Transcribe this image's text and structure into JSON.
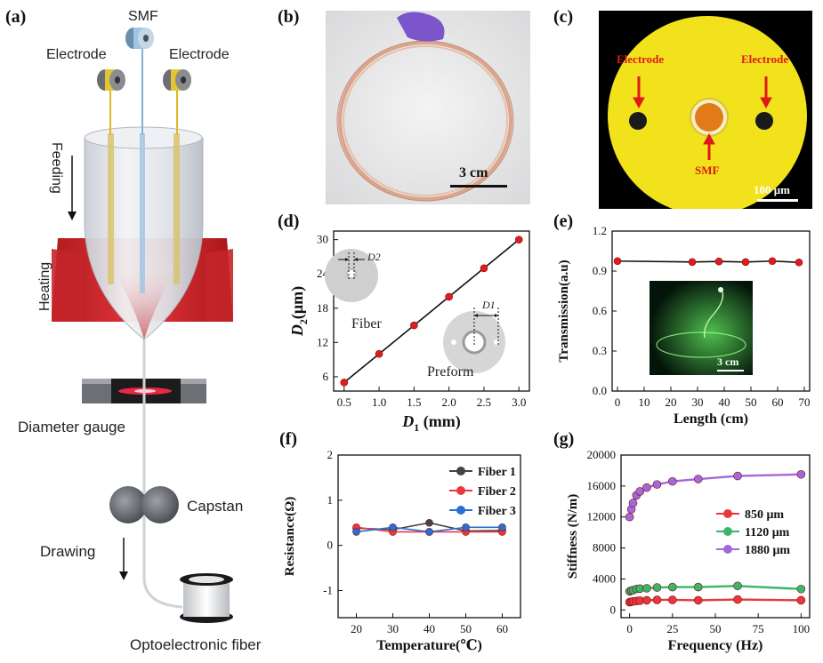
{
  "panels": {
    "a": {
      "label": "(a)",
      "smf": "SMF",
      "electrode_left": "Electrode",
      "electrode_right": "Electrode",
      "feeding": "Feeding",
      "heating": "Heating",
      "diameter_gauge": "Diameter gauge",
      "capstan": "Capstan",
      "drawing": "Drawing",
      "optoelectronic_fiber": "Optoelectronic fiber"
    },
    "b": {
      "label": "(b)",
      "scale": "3 cm"
    },
    "c": {
      "label": "(c)",
      "electrode_left": "Electrode",
      "electrode_right": "Electrode",
      "smf": "SMF",
      "scale": "100 μm",
      "colors": {
        "disc": "#f2e21c",
        "core": "#e27a19",
        "arrow": "#e01818"
      }
    },
    "d": {
      "label": "(d)",
      "inset_fiber": "Fiber",
      "inset_preform": "Preform",
      "inset_d2": "D2",
      "inset_d1": "D1"
    },
    "e": {
      "label": "(e)",
      "inset_scale": "3 cm"
    },
    "f": {
      "label": "(f)"
    },
    "g": {
      "label": "(g)"
    }
  },
  "chart_data": [
    {
      "id": "d",
      "type": "line",
      "xlabel_main": "D",
      "xlabel_sub": "1",
      "xlabel_unit": " (mm)",
      "ylabel_main": "D",
      "ylabel_sub": "2",
      "ylabel_unit": "(μm)",
      "xlim": [
        0.35,
        3.15
      ],
      "ylim": [
        3.5,
        31.5
      ],
      "xticks": [
        "0.5",
        "1.0",
        "1.5",
        "2.0",
        "2.5",
        "3.0"
      ],
      "yticks": [
        "6",
        "12",
        "18",
        "24",
        "30"
      ],
      "series": [
        {
          "color": "#e41a1c",
          "x": [
            0.5,
            1.0,
            1.5,
            2.0,
            2.5,
            3.0
          ],
          "y": [
            5,
            10,
            15,
            20,
            25,
            30
          ]
        }
      ]
    },
    {
      "id": "e",
      "type": "line",
      "xlabel": "Length (cm)",
      "ylabel": "Transmission(a.u)",
      "xlim": [
        -2,
        72
      ],
      "ylim": [
        0,
        1.2
      ],
      "xticks": [
        "0",
        "10",
        "20",
        "30",
        "40",
        "50",
        "60",
        "70"
      ],
      "yticks": [
        "0.0",
        "0.3",
        "0.6",
        "0.9",
        "1.2"
      ],
      "series": [
        {
          "color": "#e41a1c",
          "x": [
            0,
            28,
            38,
            48,
            58,
            68
          ],
          "y": [
            0.975,
            0.968,
            0.972,
            0.968,
            0.975,
            0.965
          ]
        }
      ]
    },
    {
      "id": "f",
      "type": "line",
      "xlabel": "Temperature(℃)",
      "ylabel": "Resistance(Ω)",
      "xlim": [
        15,
        65
      ],
      "ylim": [
        -1.6,
        2.0
      ],
      "xticks": [
        "20",
        "30",
        "40",
        "50",
        "60"
      ],
      "yticks": [
        "2",
        "1",
        "0",
        "-1"
      ],
      "legend_position": "top-right",
      "series": [
        {
          "name": "Fiber 1",
          "color": "#444444",
          "x": [
            20,
            30,
            40,
            50,
            60
          ],
          "y": [
            0.38,
            0.35,
            0.5,
            0.32,
            0.33
          ]
        },
        {
          "name": "Fiber 2",
          "color": "#e8383d",
          "x": [
            20,
            30,
            40,
            50,
            60
          ],
          "y": [
            0.4,
            0.3,
            0.3,
            0.3,
            0.3
          ]
        },
        {
          "name": "Fiber 3",
          "color": "#2a6fd6",
          "x": [
            20,
            30,
            40,
            50,
            60
          ],
          "y": [
            0.3,
            0.4,
            0.3,
            0.4,
            0.4
          ]
        }
      ]
    },
    {
      "id": "g",
      "type": "line",
      "xlabel": "Frequency (Hz)",
      "ylabel": "Stiffness (N/m)",
      "xlim": [
        -5,
        105
      ],
      "ylim": [
        -1000,
        20000
      ],
      "xticks": [
        "0",
        "25",
        "50",
        "75",
        "100"
      ],
      "yticks": [
        "0",
        "4000",
        "8000",
        "12000",
        "16000",
        "20000"
      ],
      "legend_position": "middle-right",
      "series": [
        {
          "name": "850 μm",
          "color": "#e8383d",
          "x": [
            0,
            1,
            2,
            4,
            6,
            10,
            16,
            25,
            40,
            63,
            100
          ],
          "y": [
            1000,
            1050,
            1100,
            1150,
            1200,
            1250,
            1300,
            1300,
            1250,
            1350,
            1250
          ]
        },
        {
          "name": "1120 μm",
          "color": "#3cb56b",
          "x": [
            0,
            1,
            2,
            4,
            6,
            10,
            16,
            25,
            40,
            63,
            100
          ],
          "y": [
            2400,
            2500,
            2550,
            2700,
            2750,
            2800,
            2900,
            2950,
            2950,
            3100,
            2700
          ]
        },
        {
          "name": "1880 μm",
          "color": "#a468d8",
          "x": [
            0,
            1,
            2,
            4,
            6,
            10,
            16,
            25,
            40,
            63,
            100
          ],
          "y": [
            12000,
            13000,
            13800,
            14800,
            15300,
            15800,
            16200,
            16600,
            16900,
            17300,
            17500
          ]
        }
      ]
    }
  ]
}
